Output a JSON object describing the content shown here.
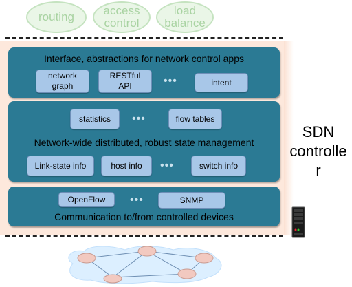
{
  "apps": [
    {
      "name": "routing",
      "label": "routing"
    },
    {
      "name": "access-control",
      "label": "access\ncontrol"
    },
    {
      "name": "load-balance",
      "label": "load\nbalance"
    }
  ],
  "interface_layer": {
    "title": "Interface, abstractions for network control apps",
    "boxes": [
      "network\ngraph",
      "RESTful\nAPI",
      "intent"
    ],
    "ellipsis": "•••"
  },
  "state_layer": {
    "title": "Network-wide distributed, robust  state management",
    "top_boxes": [
      "statistics",
      "flow tables"
    ],
    "bottom_boxes": [
      "Link-state info",
      "host info",
      "switch info"
    ],
    "ellipsis": "•••"
  },
  "comm_layer": {
    "title": "Communication to/from controlled devices",
    "boxes": [
      "OpenFlow",
      "SNMP"
    ],
    "ellipsis": "•••"
  },
  "sdn_controller_label": "SDN\ncontrolle\nr",
  "colors": {
    "layer": "#2b7a94",
    "box": "#a8c7e8",
    "controller_bg": "#fde8dc",
    "app_bubble": "#eaf6e7",
    "app_text": "#a9d3a2"
  },
  "icons": [
    "server-icon",
    "router-icon"
  ]
}
